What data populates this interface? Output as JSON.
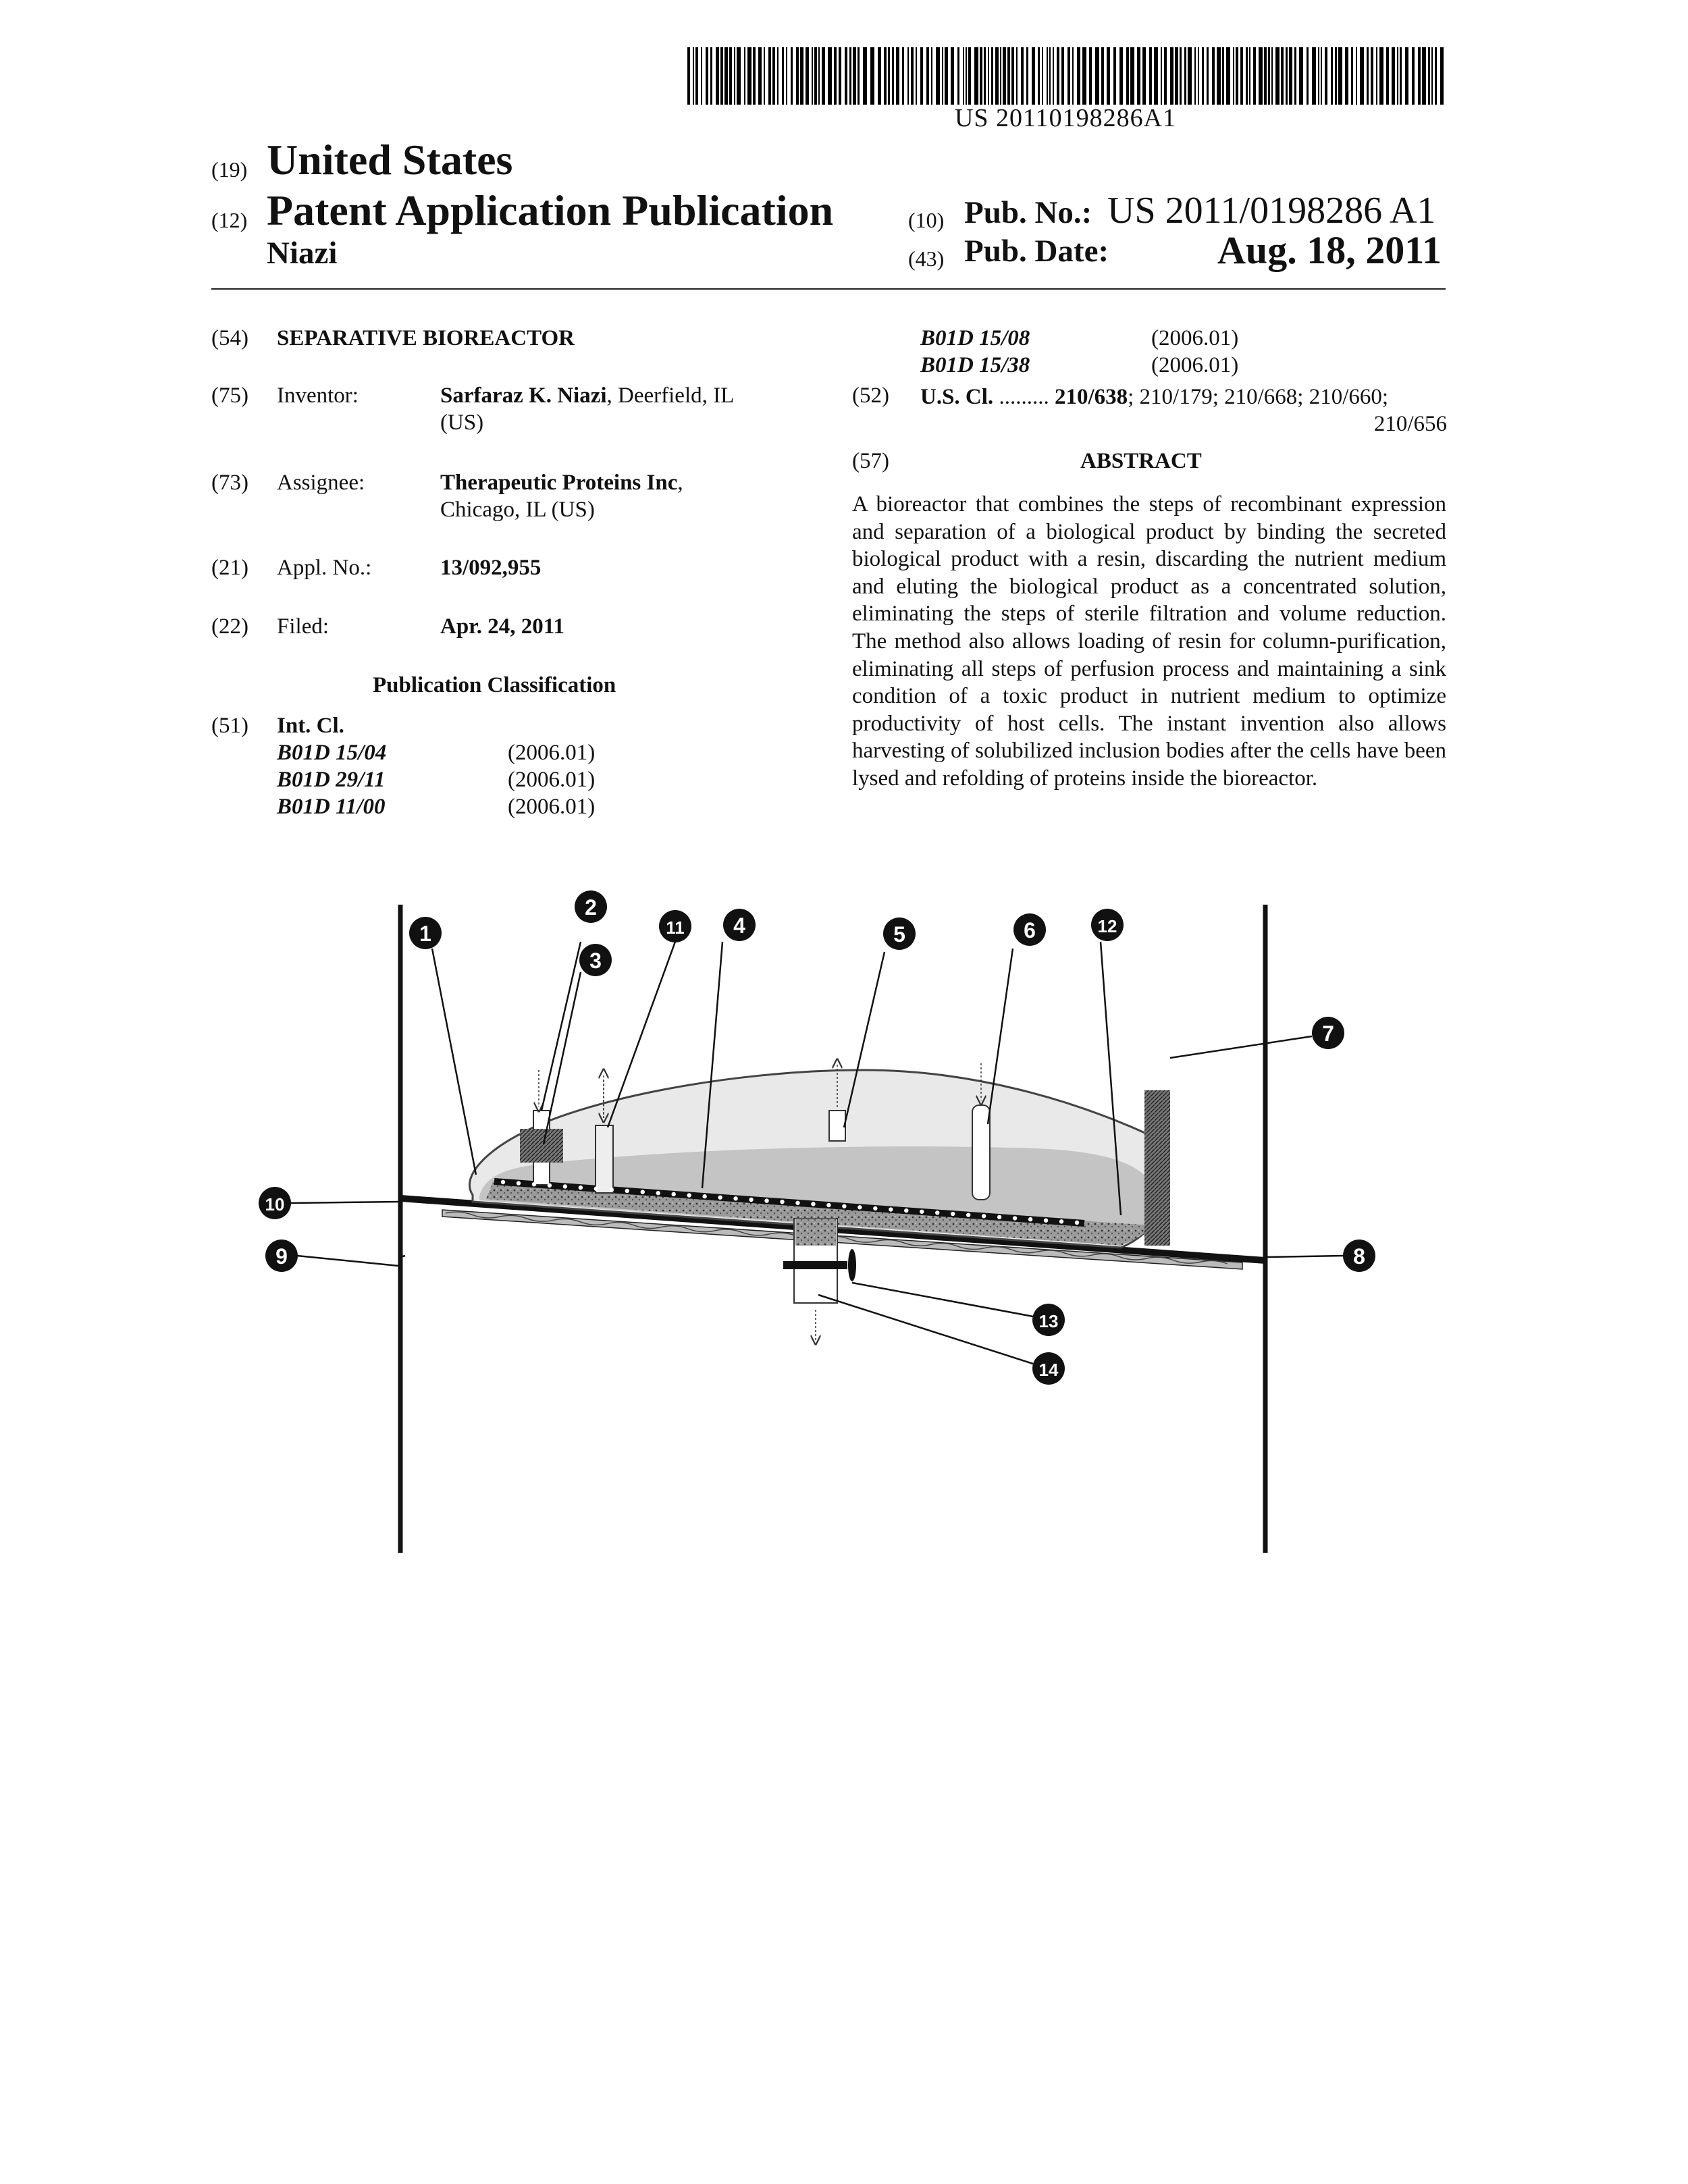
{
  "barcode": {
    "number": "US 20110198286A1"
  },
  "header": {
    "country_code": "(19)",
    "country": "United States",
    "doc_code": "(12)",
    "doc_type": "Patent Application Publication",
    "author": "Niazi",
    "pub_no_code": "(10)",
    "pub_no_label": "Pub. No.:",
    "pub_no": "US 2011/0198286 A1",
    "pub_date_code": "(43)",
    "pub_date_label": "Pub. Date:",
    "pub_date": "Aug. 18, 2011"
  },
  "left": {
    "title_code": "(54)",
    "title": "SEPARATIVE BIOREACTOR",
    "inventor_code": "(75)",
    "inventor_label": "Inventor:",
    "inventor_name": "Sarfaraz K. Niazi",
    "inventor_loc1": ", Deerfield, IL",
    "inventor_loc2": "(US)",
    "assignee_code": "(73)",
    "assignee_label": "Assignee:",
    "assignee_name": "Therapeutic Proteins Inc",
    "assignee_comma": ",",
    "assignee_loc": "Chicago, IL (US)",
    "appl_code": "(21)",
    "appl_label": "Appl. No.:",
    "appl_no": "13/092,955",
    "filed_code": "(22)",
    "filed_label": "Filed:",
    "filed_date": "Apr. 24, 2011",
    "pub_class_heading": "Publication Classification",
    "intcl_code": "(51)",
    "intcl_label": "Int. Cl.",
    "intcl": [
      {
        "cls": "B01D 15/04",
        "ver": "(2006.01)"
      },
      {
        "cls": "B01D 29/11",
        "ver": "(2006.01)"
      },
      {
        "cls": "B01D 11/00",
        "ver": "(2006.01)"
      }
    ]
  },
  "right": {
    "intcl_cont": [
      {
        "cls": "B01D 15/08",
        "ver": "(2006.01)"
      },
      {
        "cls": "B01D 15/38",
        "ver": "(2006.01)"
      }
    ],
    "uscl_code": "(52)",
    "uscl_label": "U.S. Cl.",
    "uscl_dots": ".........",
    "uscl_main": "210/638",
    "uscl_rest1": "; 210/179; 210/668; 210/660;",
    "uscl_rest2": "210/656",
    "abstract_code": "(57)",
    "abstract_heading": "ABSTRACT",
    "abstract_text": "A bioreactor that combines the steps of recombinant expression and separation of a biological product by binding the secreted biological product with a resin, discarding the nutrient medium and eluting the biological product as a concentrated solution, eliminating the steps of sterile filtration and volume reduction. The method also allows loading of resin for column-purification, eliminating all steps of perfusion process and maintaining a sink condition of a toxic product in nutrient medium to optimize productivity of host cells. The instant invention also allows harvesting of solubilized inclusion bodies after the cells have been lysed and refolding of proteins inside the bioreactor."
  },
  "figure": {
    "labels": [
      "1",
      "2",
      "3",
      "4",
      "5",
      "6",
      "7",
      "8",
      "9",
      "10",
      "11",
      "12",
      "13",
      "14"
    ]
  }
}
